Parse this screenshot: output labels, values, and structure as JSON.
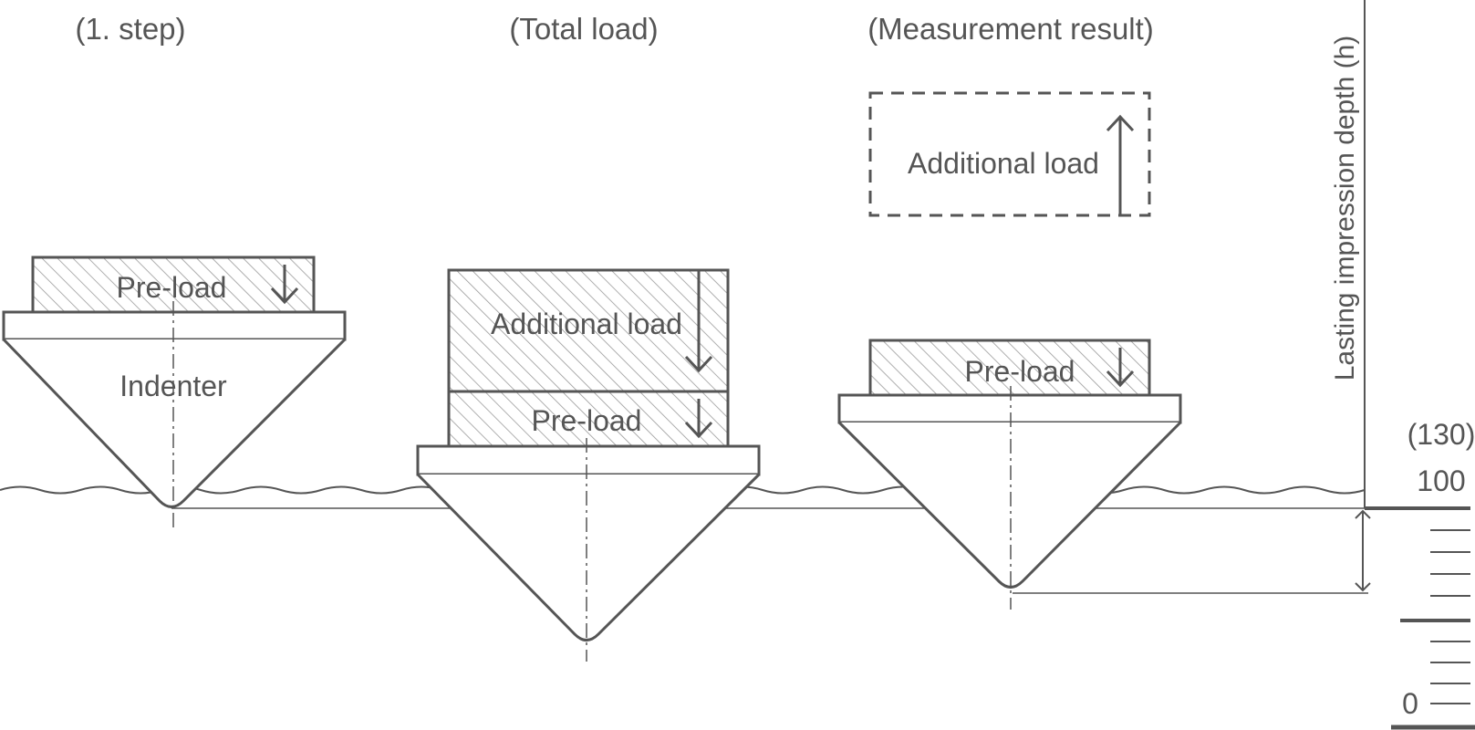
{
  "titles": {
    "step1": "(1. step)",
    "total": "(Total load)",
    "result": "(Measurement result)"
  },
  "labels": {
    "preload_1": "Pre-load",
    "indenter": "Indenter",
    "additional_load_2": "Additional load",
    "preload_2": "Pre-load",
    "preload_3": "Pre-load",
    "additional_load_removed": "Additional load"
  },
  "scale": {
    "axis_title": "Lasting impression depth (h)",
    "top_value": "(130)",
    "reference_value": "100",
    "zero_value": "0"
  },
  "colors": {
    "ink": "#555555",
    "hatch": "#9a9a9a",
    "background": "#ffffff"
  }
}
